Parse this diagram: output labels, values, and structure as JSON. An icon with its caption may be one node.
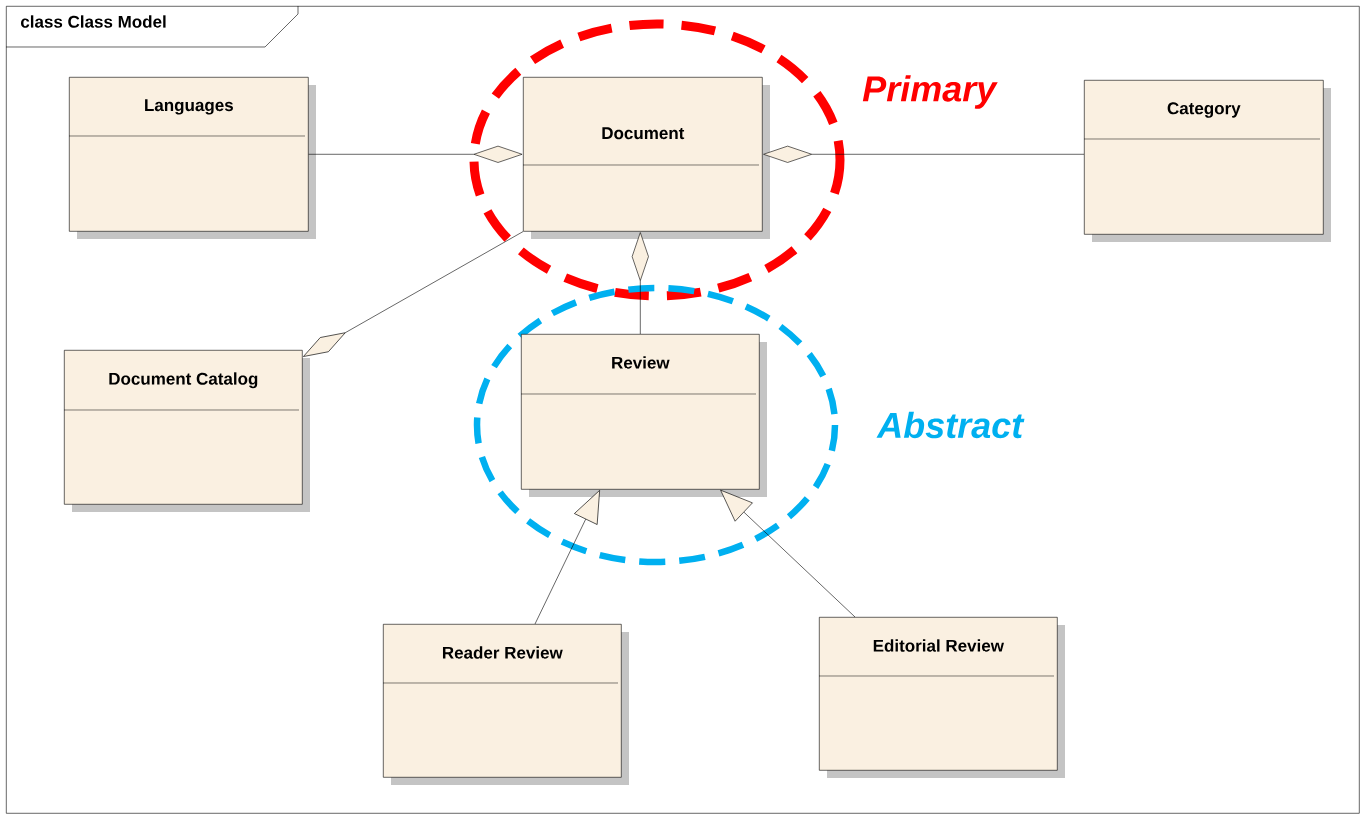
{
  "diagram": {
    "nodes": [
      {
        "text": [
          "class Class Model"
        ]
      },
      {
        "text": [
          "Languages"
        ],
        "in": 0
      },
      {
        "text": [
          "Document"
        ],
        "in": 0
      },
      {
        "text": [
          "Category"
        ],
        "in": 0
      },
      {
        "text": [
          "Document Catalog"
        ],
        "in": 0
      },
      {
        "text": [
          "Review"
        ],
        "in": 0
      },
      {
        "text": [
          "Reader Review"
        ],
        "in": 0
      },
      {
        "text": [
          "Editorial Review"
        ],
        "in": 0
      }
    ],
    "edges": [
      {
        "from": 1,
        "to": 2,
        "arrow": "other"
      },
      {
        "from": 3,
        "to": 2,
        "arrow": "other"
      },
      {
        "from": 2,
        "to": 4,
        "arrow": "other"
      },
      {
        "from": 5,
        "to": 2,
        "arrow": "other"
      },
      {
        "from": 6,
        "to": 5,
        "arrow": "to"
      },
      {
        "from": 7,
        "to": 5,
        "arrow": "to"
      }
    ],
    "labels": [
      "Primary",
      "Abstract"
    ]
  }
}
